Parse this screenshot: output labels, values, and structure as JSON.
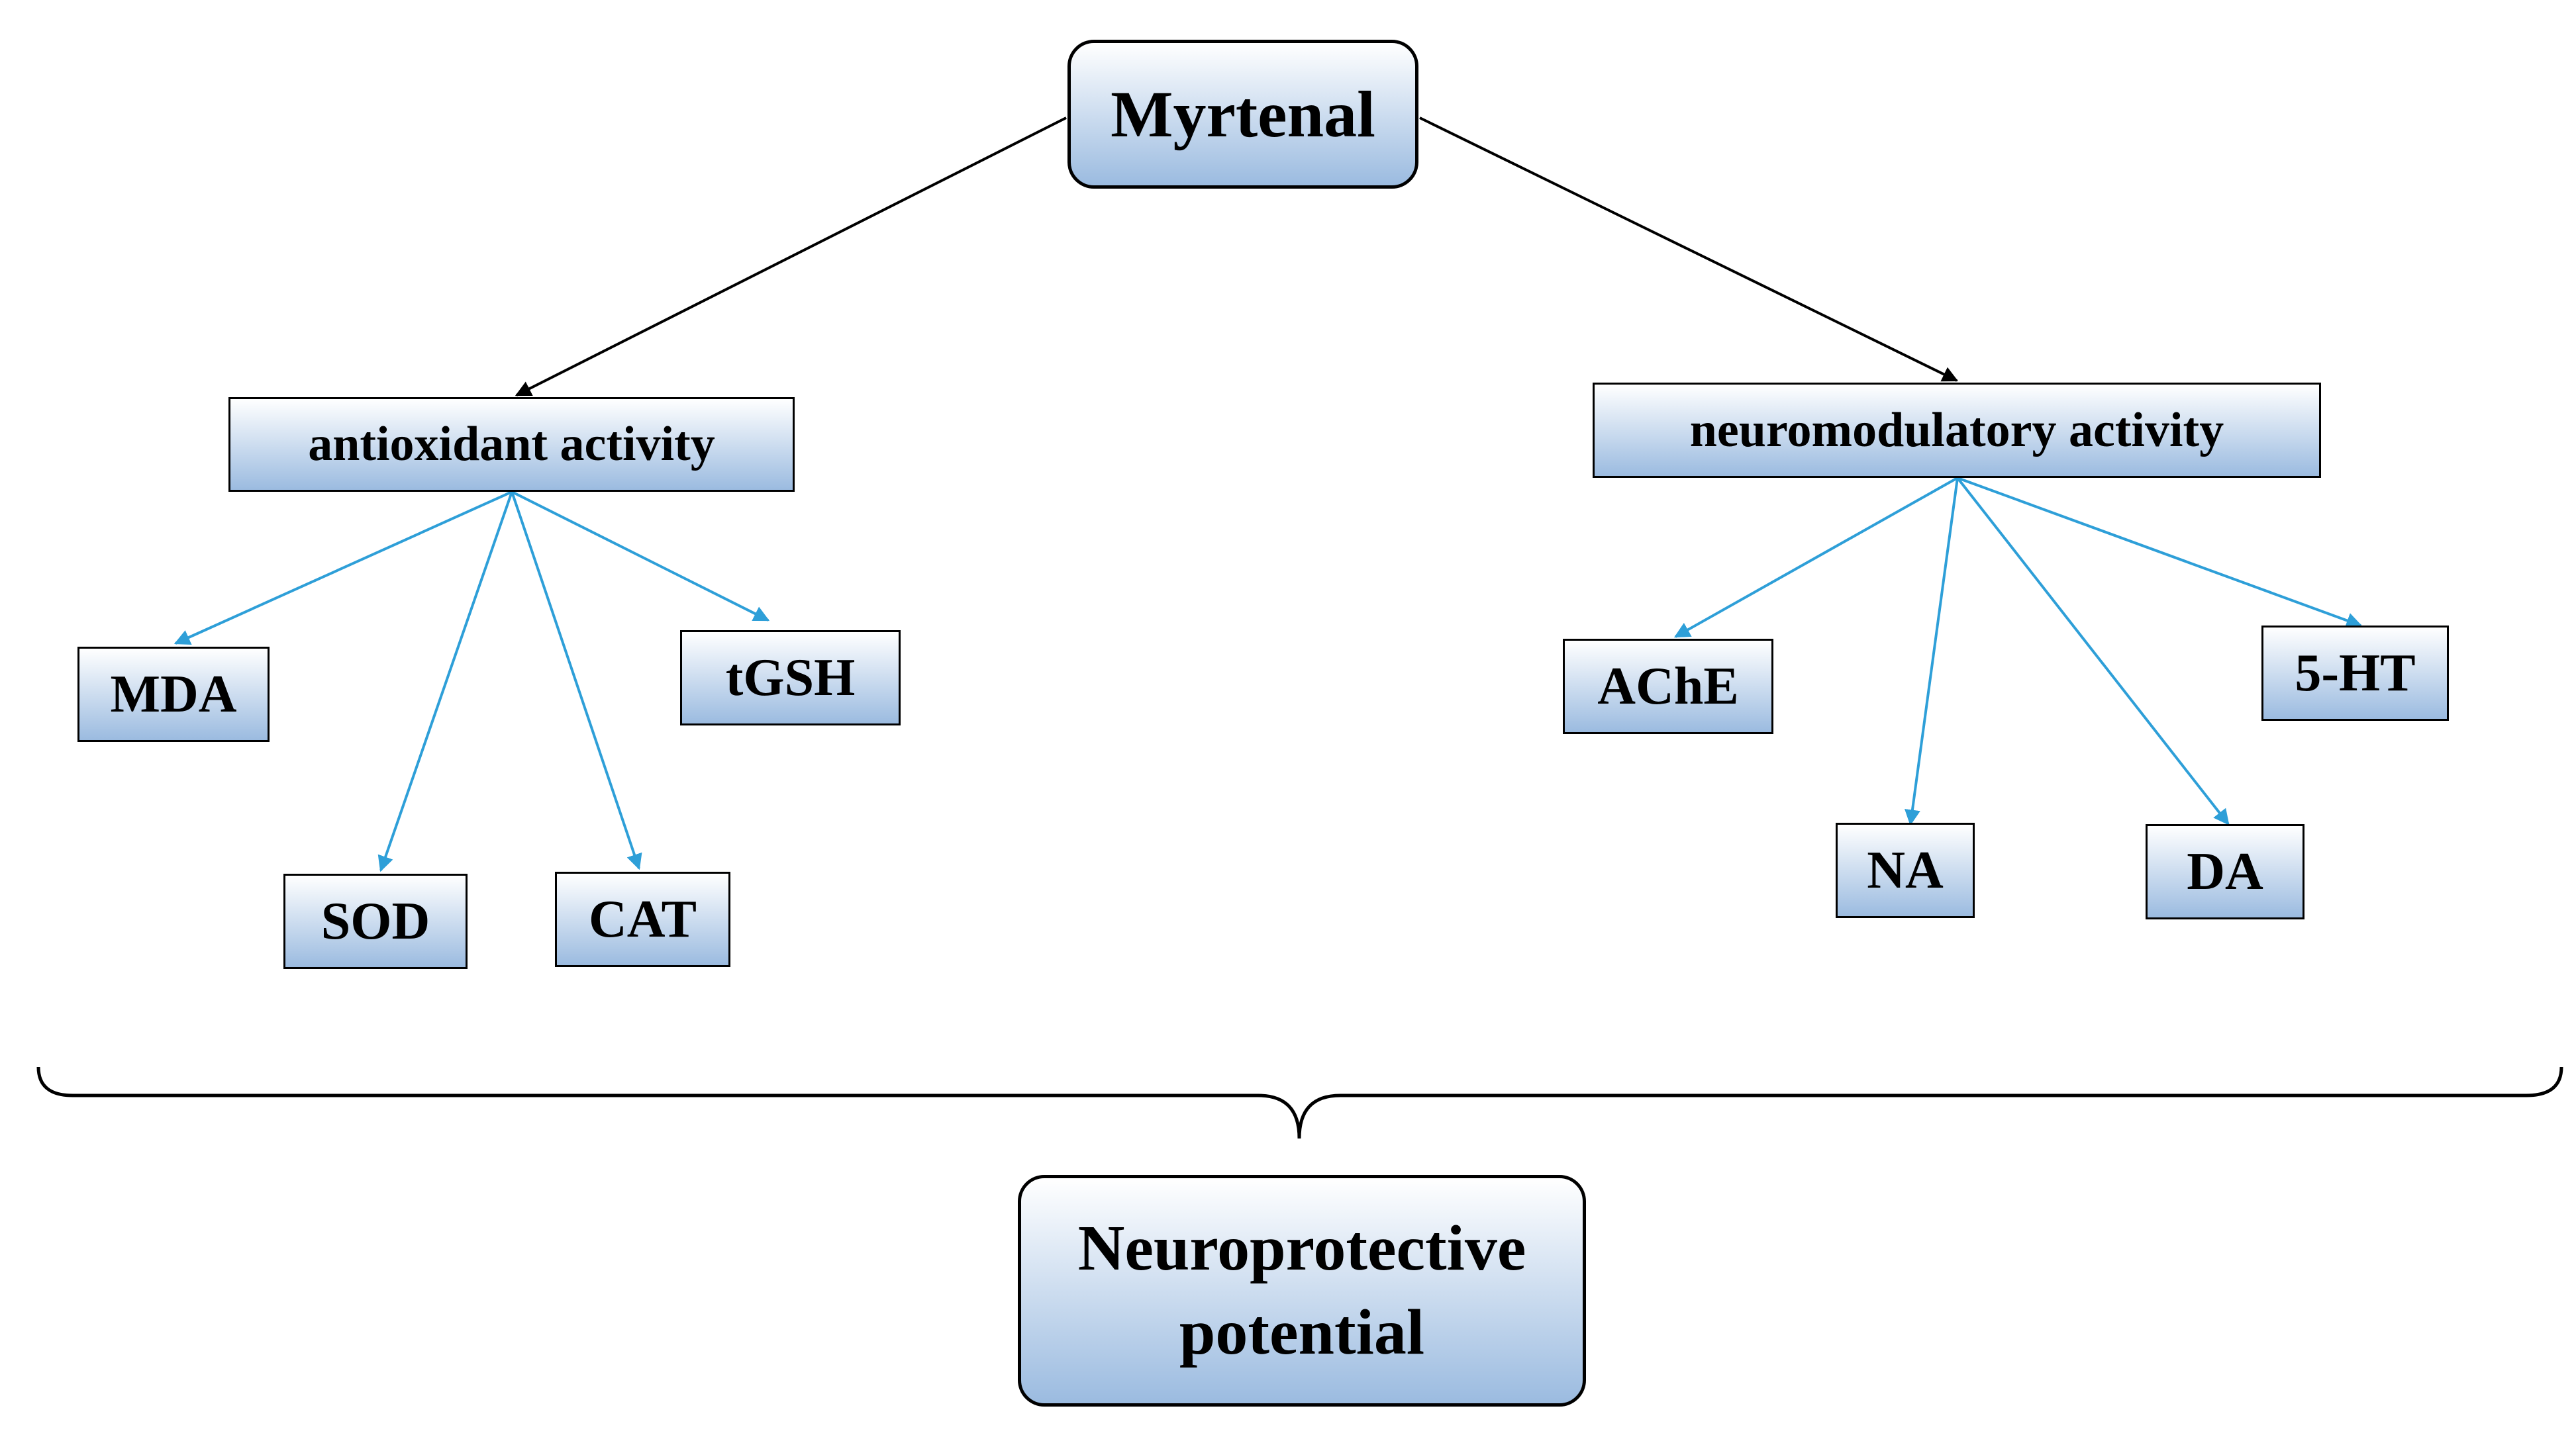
{
  "nodes": {
    "root": "Myrtenal",
    "antioxidant": "antioxidant activity",
    "neuromodulatory": "neuromodulatory activity",
    "mda": "MDA",
    "sod": "SOD",
    "cat": "CAT",
    "tgsh": "tGSH",
    "ache": "AChE",
    "na": "NA",
    "da": "DA",
    "ht5": "5-HT",
    "outcome_line1": "Neuroprotective",
    "outcome_line2": "potential"
  },
  "colors": {
    "box_gradient_top": "#ffffff",
    "box_gradient_bottom": "#9bbbe0",
    "arrow_primary": "#000000",
    "arrow_secondary": "#2e9fd8",
    "border": "#000000"
  }
}
